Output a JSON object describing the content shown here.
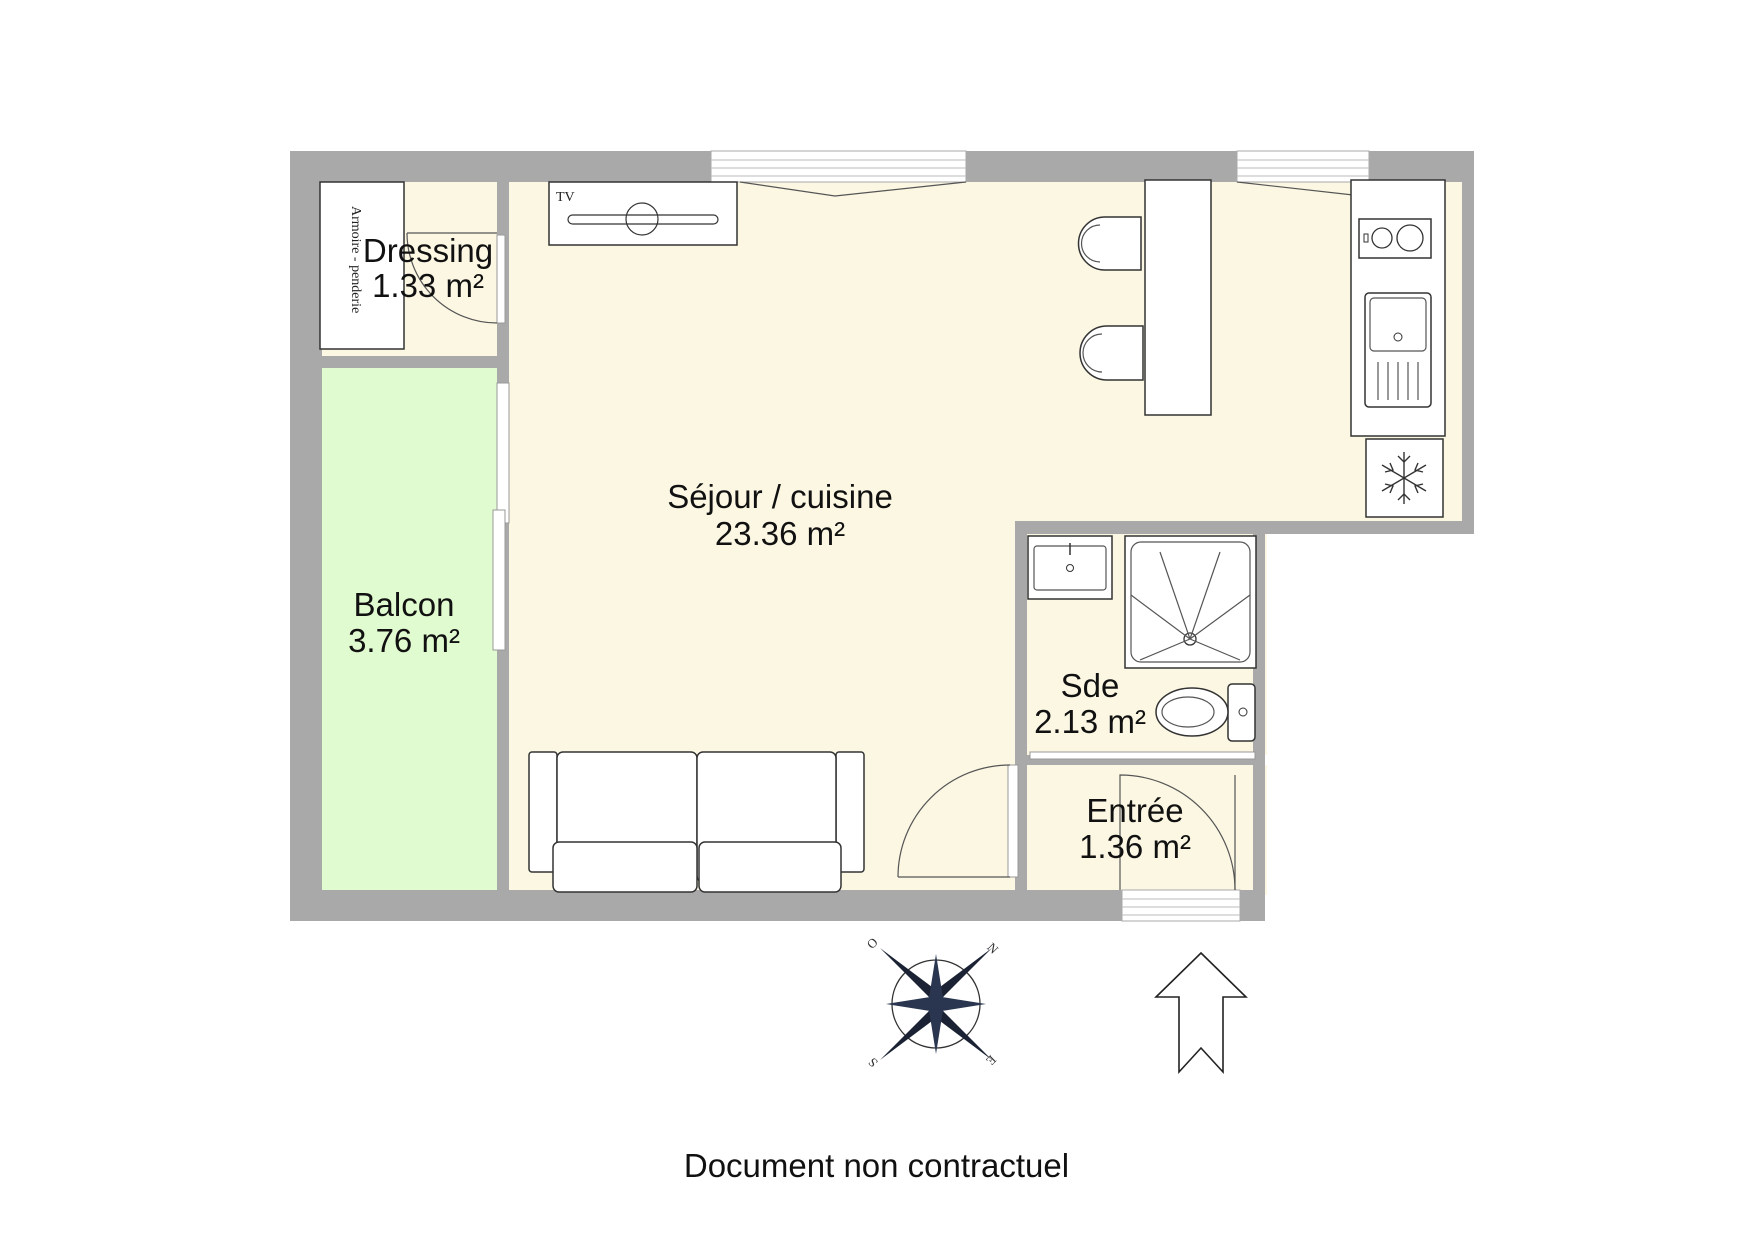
{
  "colors": {
    "wall": "#a9a9a9",
    "room_fill": "#fbf7e3",
    "balcony_fill": "#e1fbd0",
    "line": "#333333"
  },
  "rooms": {
    "dressing": {
      "name": "Dressing",
      "area": "1.33 m²"
    },
    "sejour": {
      "name": "Séjour / cuisine",
      "area": "23.36 m²"
    },
    "balcon": {
      "name": "Balcon",
      "area": "3.76 m²"
    },
    "sde": {
      "name": "Sde",
      "area": "2.13 m²"
    },
    "entree": {
      "name": "Entrée",
      "area": "1.36 m²"
    }
  },
  "furniture": {
    "wardrobe_label": "Armoire - penderie",
    "tv_label": "TV"
  },
  "compass": {
    "n": "N",
    "e": "E",
    "s": "S",
    "o": "O"
  },
  "footer": {
    "text": "Document non contractuel"
  },
  "icons": [
    "compass-rose-icon",
    "entrance-arrow-icon",
    "snowflake-icon"
  ]
}
